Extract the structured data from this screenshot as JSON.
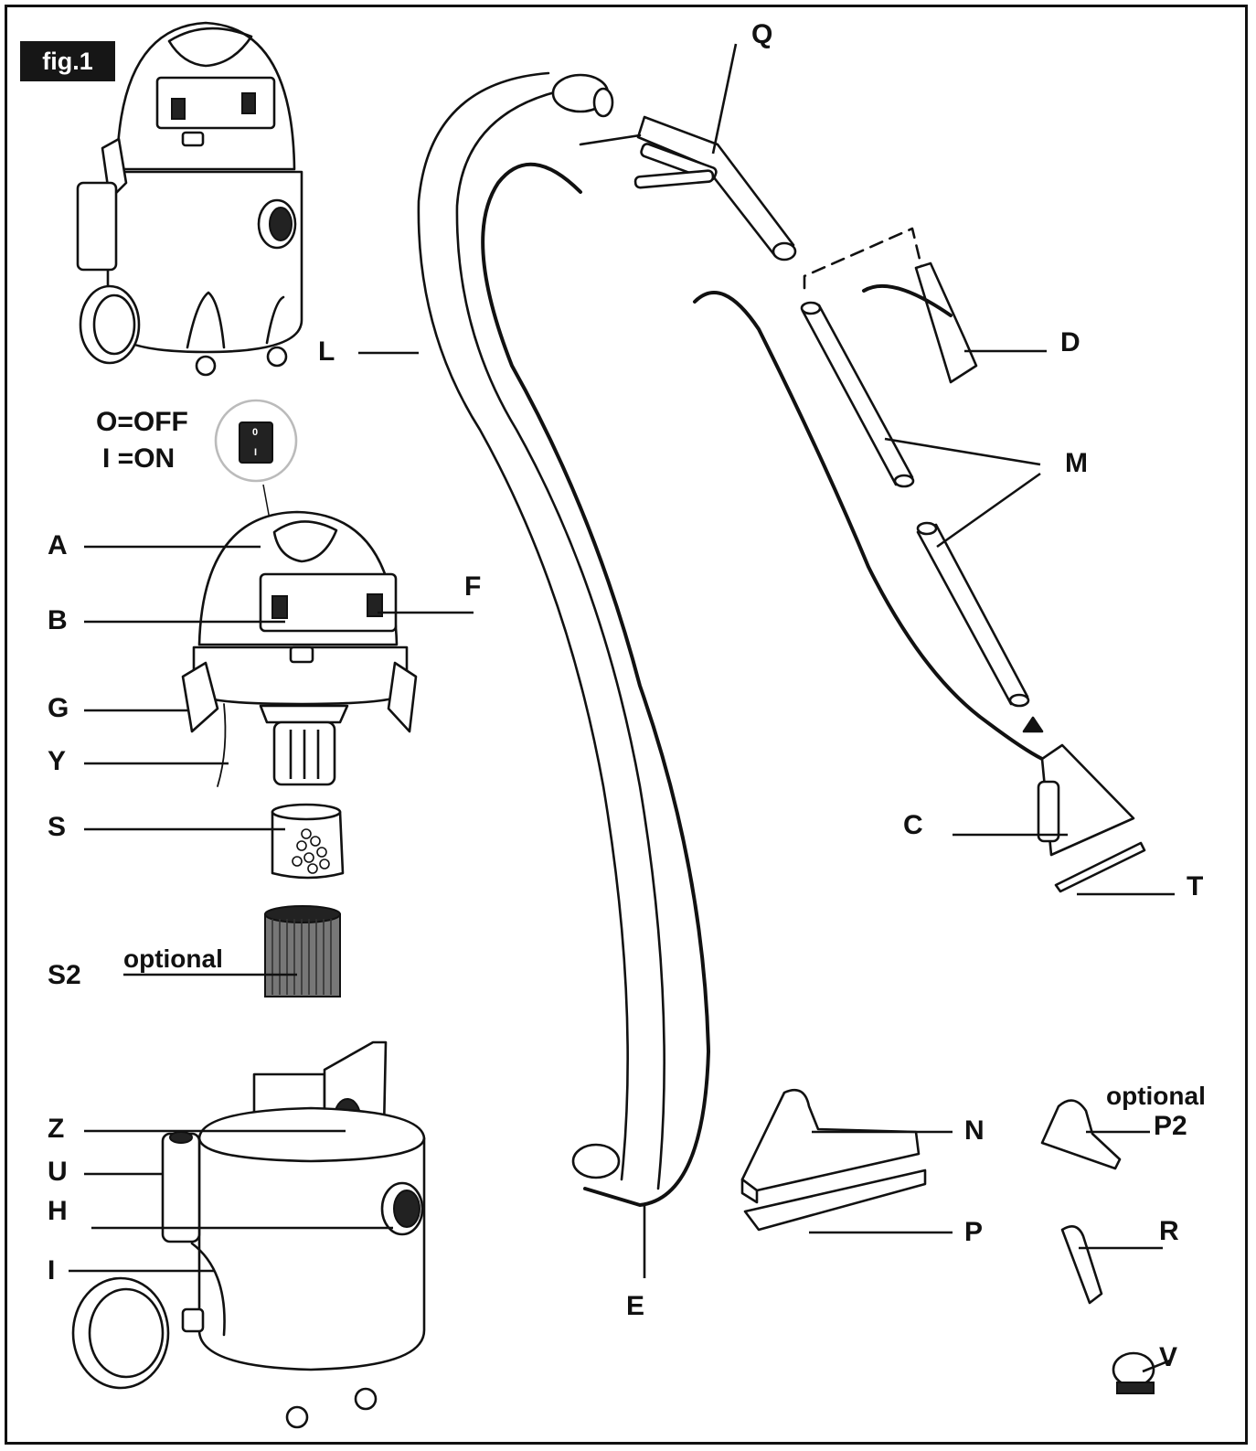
{
  "figure": {
    "label": "fig.1"
  },
  "switch_legend": {
    "off": "O=OFF",
    "on": "I =ON",
    "switch_off_mark": "0",
    "switch_on_mark": "I"
  },
  "labels": {
    "A": "A",
    "B": "B",
    "F": "F",
    "G": "G",
    "Y": "Y",
    "S": "S",
    "S2": "S2",
    "Z": "Z",
    "U": "U",
    "H": "H",
    "I": "I",
    "L": "L",
    "Q": "Q",
    "D": "D",
    "M": "M",
    "C": "C",
    "T": "T",
    "E": "E",
    "N": "N",
    "P": "P",
    "P2": "P2",
    "R": "R",
    "V": "V"
  },
  "optional_note_s2": "optional",
  "optional_note_p2": "optional"
}
